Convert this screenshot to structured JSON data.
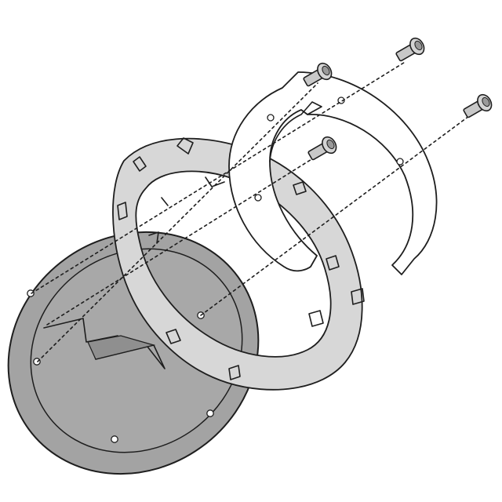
{
  "diagram": {
    "kind": "exploded assembly illustration",
    "text_labels": [],
    "parts": [
      {
        "id": "fuel-cap-base-plate",
        "fill": "#a3a3a3"
      },
      {
        "id": "tank-lock-ring",
        "fill": "#d7d7d7"
      },
      {
        "id": "adapter-plate",
        "fill": "#ffffff"
      },
      {
        "id": "bolt",
        "count": 4,
        "fill": "#c8c8c8"
      }
    ],
    "colors": {
      "outline": "#1e1e1e",
      "base_plate_fill": "#a3a3a3",
      "ring_fill": "#d7d7d7",
      "adapter_fill": "#ffffff",
      "bolt_fill": "#c8c8c8",
      "background": "#ffffff"
    },
    "assembly_lines": {
      "count": 4,
      "style": "dashed"
    }
  }
}
